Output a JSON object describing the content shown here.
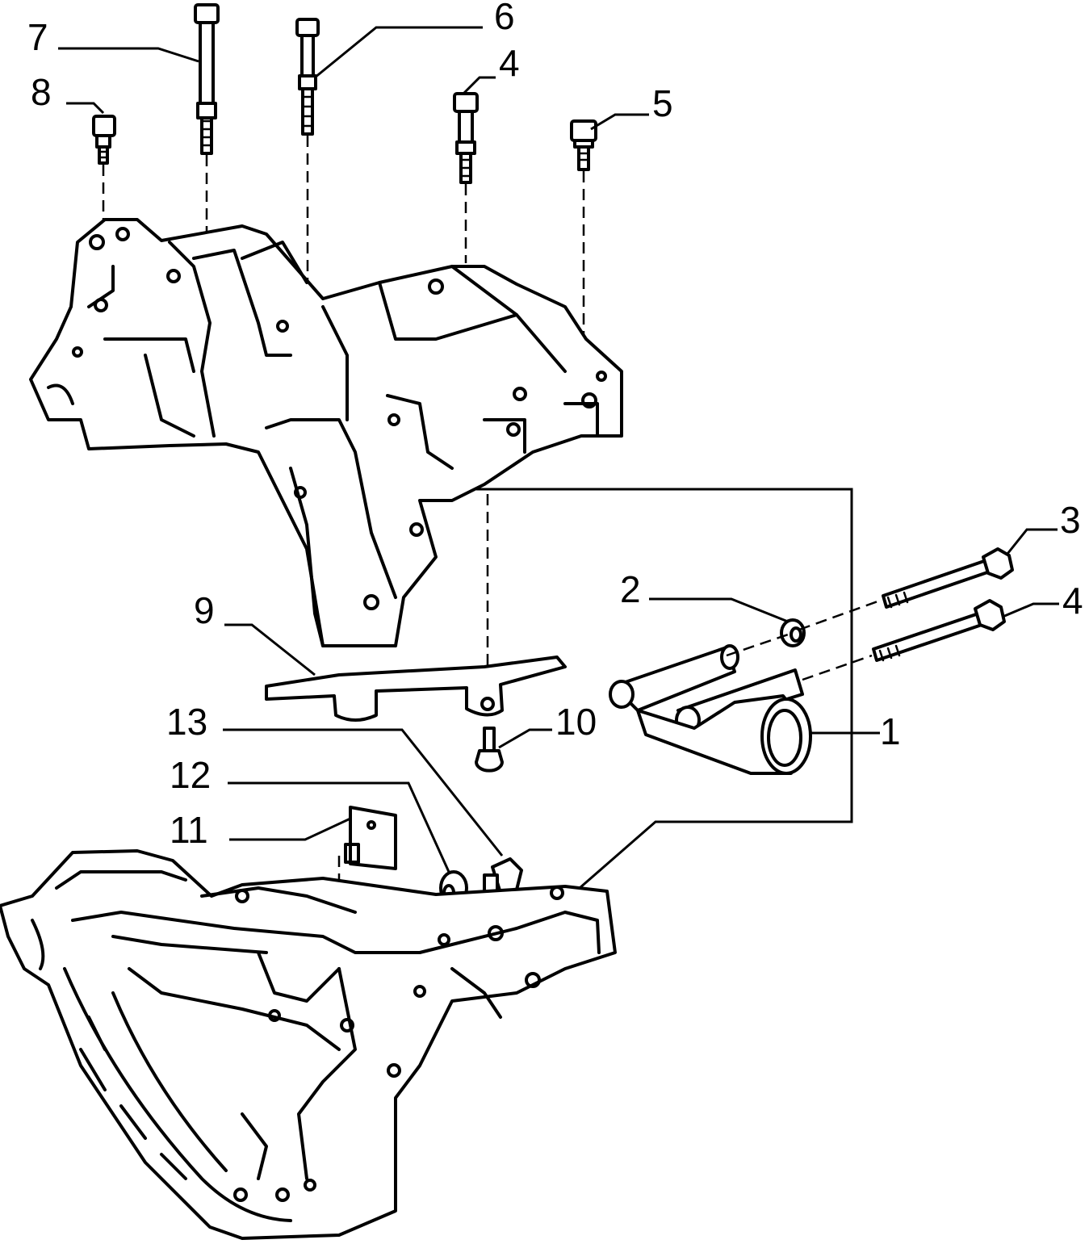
{
  "callouts": [
    {
      "id": "c7",
      "label": "7"
    },
    {
      "id": "c8",
      "label": "8"
    },
    {
      "id": "c6",
      "label": "6"
    },
    {
      "id": "c4a",
      "label": "4"
    },
    {
      "id": "c5",
      "label": "5"
    },
    {
      "id": "c3",
      "label": "3"
    },
    {
      "id": "c2",
      "label": "2"
    },
    {
      "id": "c4b",
      "label": "4"
    },
    {
      "id": "c9",
      "label": "9"
    },
    {
      "id": "c1",
      "label": "1"
    },
    {
      "id": "c13",
      "label": "13"
    },
    {
      "id": "c10",
      "label": "10"
    },
    {
      "id": "c12",
      "label": "12"
    },
    {
      "id": "c11",
      "label": "11"
    }
  ]
}
